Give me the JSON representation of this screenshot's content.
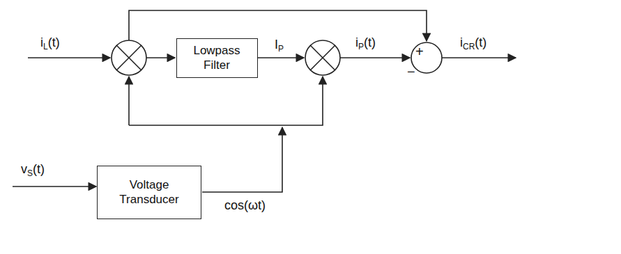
{
  "diagram": {
    "nodes": [
      {
        "text": [
          "Lowpass Filter"
        ]
      },
      {
        "text": [
          "Voltage Transducer"
        ]
      }
    ],
    "labels": [
      "iL(t)",
      "IP",
      "iP(t)",
      "iCR(t)",
      "vS(t)",
      "cos(ωt)",
      "+",
      "−"
    ]
  }
}
